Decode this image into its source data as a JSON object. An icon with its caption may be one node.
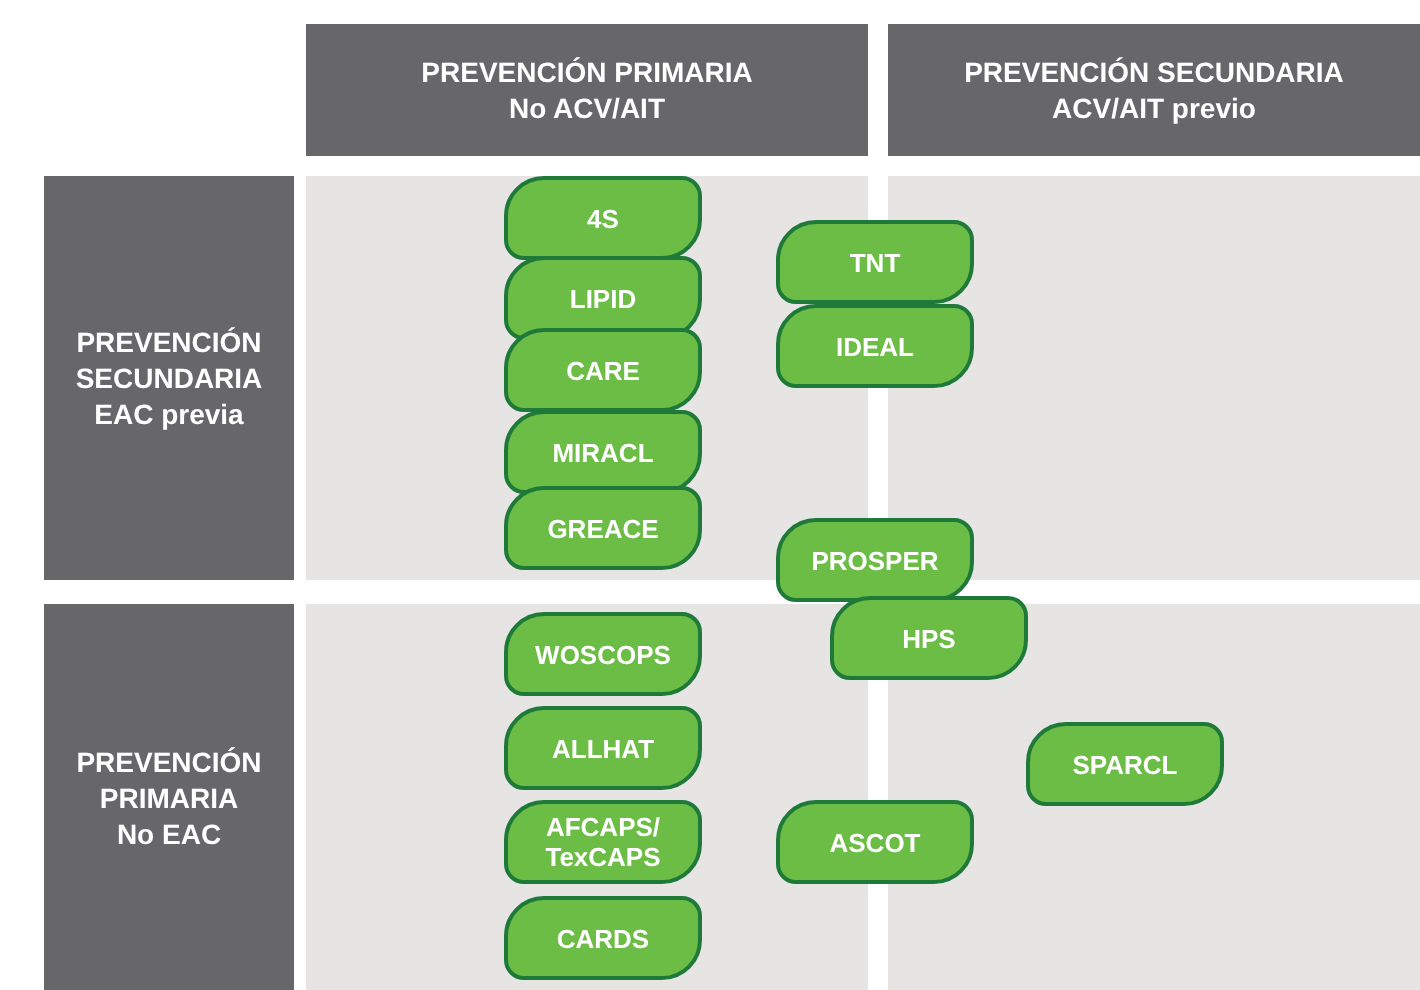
{
  "diagram": {
    "nodes": [
      {
        "text": [
          "PREVENCIÓN PRIMARIA",
          "No ACV/AIT"
        ]
      },
      {
        "text": [
          "PREVENCIÓN SECUNDARIA",
          "ACV/AIT previo"
        ]
      },
      {
        "text": [
          "PREVENCIÓN SECUNDARIA",
          "EAC previa"
        ]
      },
      {
        "text": [
          "4S"
        ]
      },
      {
        "text": [
          "LIPID"
        ]
      },
      {
        "text": [
          "TNT"
        ]
      },
      {
        "text": [
          "CARE"
        ]
      },
      {
        "text": [
          "IDEAL"
        ]
      },
      {
        "text": [
          "MIRACL"
        ]
      },
      {
        "text": [
          "GREACE"
        ]
      },
      {
        "text": [
          "PROSPER"
        ]
      },
      {
        "text": [
          "PREVENCIÓN PRIMARIA",
          "No EAC"
        ]
      },
      {
        "text": [
          "HPS"
        ]
      },
      {
        "text": [
          "WOSCOPS"
        ]
      },
      {
        "text": [
          "SPARCL"
        ]
      },
      {
        "text": [
          "ALLHAT"
        ]
      },
      {
        "text": [
          "AFCAPS/ TexCAPS"
        ]
      },
      {
        "text": [
          "ASCOT"
        ]
      },
      {
        "text": [
          "CARDS"
        ]
      }
    ]
  }
}
